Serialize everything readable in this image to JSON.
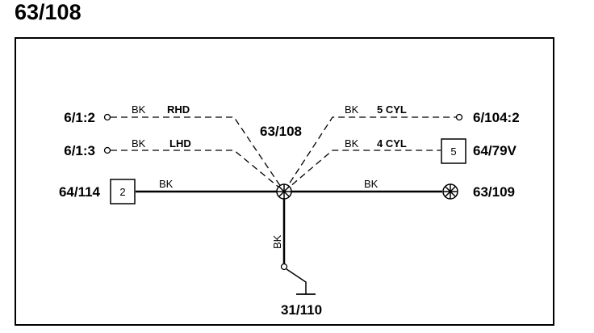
{
  "title": "63/108",
  "center_label": "63/108",
  "connectors": {
    "left_top": "6/1:2",
    "left_mid": "6/1:3",
    "left_bottom": "64/114",
    "left_bottom_pin": "2",
    "right_top": "6/104:2",
    "right_mid": "64/79V",
    "right_mid_pin": "5",
    "right_bottom": "63/109",
    "ground": "31/110"
  },
  "wires": {
    "left_top_color": "BK",
    "left_top_variant": "RHD",
    "left_mid_color": "BK",
    "left_mid_variant": "LHD",
    "left_bottom_color": "BK",
    "right_top_color": "BK",
    "right_top_variant": "5 CYL",
    "right_mid_color": "BK",
    "right_mid_variant": "4 CYL",
    "right_bottom_color": "BK",
    "down_color": "BK"
  },
  "icons": {
    "splice": "splice-cross-circle-icon",
    "ground": "ground-icon",
    "terminal": "open-terminal-circle-icon"
  }
}
